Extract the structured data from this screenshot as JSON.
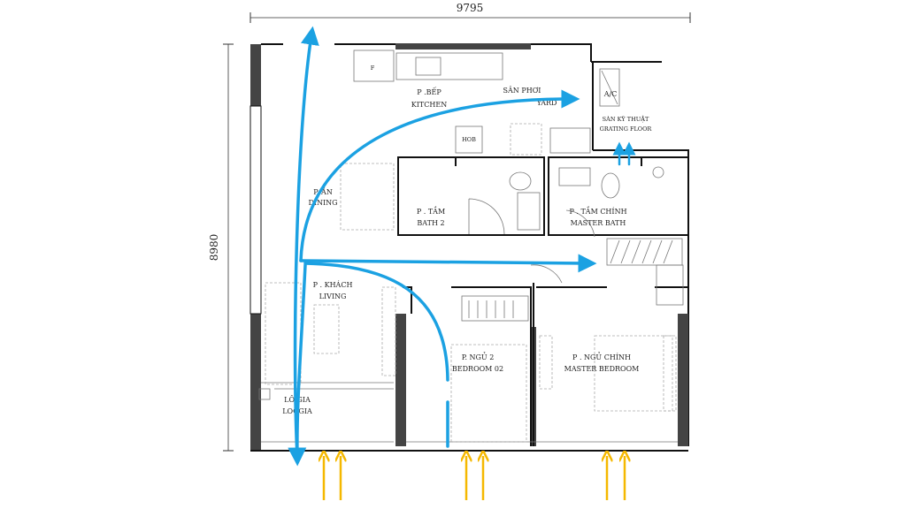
{
  "dimensions": {
    "width": "9795",
    "height": "8980"
  },
  "rooms": {
    "kitchen": {
      "vi": "P .BẾP",
      "en": "KITCHEN"
    },
    "yard": {
      "vi": "SÂN PHƠI",
      "en": "YARD"
    },
    "ac": {
      "label": "A/C"
    },
    "grating": {
      "vi": "SÀN KỸ THUẬT",
      "en": "GRATING FLOOR"
    },
    "hob": {
      "label": "HOB"
    },
    "fridge": {
      "label": "F"
    },
    "dining": {
      "vi": "P. ĂN",
      "en": "DINING"
    },
    "bath2": {
      "vi": "P . TẮM",
      "en": "BATH 2"
    },
    "master_bath": {
      "vi": "P . TẮM CHÍNH",
      "en": "MASTER BATH"
    },
    "living": {
      "vi": "P . KHÁCH",
      "en": "LIVING"
    },
    "bedroom2": {
      "vi": "P. NGỦ 2",
      "en": "BEDROOM 02"
    },
    "master_bedroom": {
      "vi": "P . NGỦ CHÍNH",
      "en": "MASTER BEDROOM"
    },
    "loggia": {
      "vi": "LÔ GIA",
      "en": "LOGGIA"
    }
  },
  "colors": {
    "airflow": "#1ba1e2",
    "sunlight": "#f5b800"
  }
}
